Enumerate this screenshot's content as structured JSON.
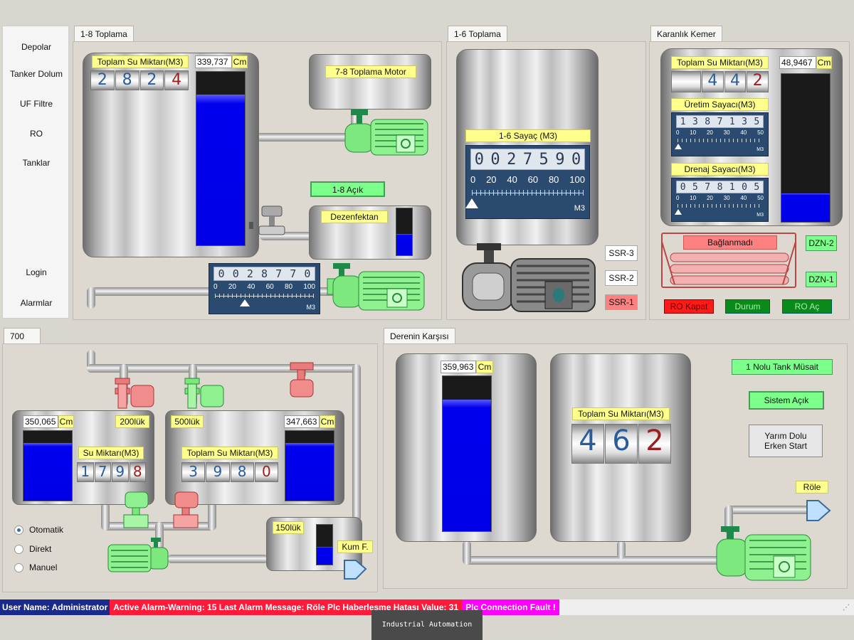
{
  "sidebar": {
    "items": [
      "Depolar",
      "Tanker Dolum",
      "UF Filtre",
      "RO",
      "Tanklar"
    ],
    "bottom_items": [
      "Login",
      "Alarmlar"
    ]
  },
  "panel_18": {
    "tab": "1-8 Toplama",
    "total_label": "Toplam Su Miktarı(M3)",
    "total_digits": [
      "2",
      "8",
      "2",
      "4"
    ],
    "level_value": "339,737",
    "unit": "Cm",
    "level_fraction": 0.87,
    "motor_label": "7-8 Toplama Motor",
    "status_button": "1-8 Açık",
    "disinfectant_label": "Dezenfektan",
    "disinfectant_fraction": 0.45,
    "meter_digits": [
      "0",
      "0",
      "2",
      "8",
      "7",
      "7",
      "0"
    ],
    "meter_scale": [
      "0",
      "20",
      "40",
      "60",
      "80",
      "100"
    ],
    "meter_unit": "M3",
    "meter_pointer": 0.3
  },
  "panel_16": {
    "tab": "1-6 Toplama",
    "meter_label": "1-6 Sayaç (M3)",
    "meter_digits": [
      "0",
      "0",
      "2",
      "7",
      "5",
      "9",
      "0"
    ],
    "meter_scale": [
      "0",
      "20",
      "40",
      "60",
      "80",
      "100"
    ],
    "meter_unit": "M3",
    "meter_pointer": 0.0,
    "ssr": [
      "SSR-3",
      "SSR-2",
      "SSR-1"
    ]
  },
  "panel_karanlik": {
    "tab": "Karanlık Kemer",
    "total_label": "Toplam Su Miktarı(M3)",
    "total_digits": [
      "4",
      "4",
      "2"
    ],
    "level_value": "48,9467",
    "unit": "Cm",
    "level_fraction": 0.19,
    "production_label": "Üretim Sayacı(M3)",
    "production_digits": [
      "1",
      "3",
      "8",
      "7",
      "1",
      "3",
      "5"
    ],
    "drain_label": "Drenaj Sayacı(M3)",
    "drain_digits": [
      "0",
      "5",
      "7",
      "8",
      "1",
      "0",
      "5"
    ],
    "mini_scale": [
      "0",
      "10",
      "20",
      "30",
      "40",
      "50"
    ],
    "mini_unit": "M3",
    "connection_status": "Bağlanmadı",
    "dzn": [
      "DZN-2",
      "DZN-1"
    ],
    "buttons": [
      "RO Kapat",
      "Durum",
      "RO Aç"
    ]
  },
  "panel_700": {
    "tab": "700",
    "tank1_level": "350,065",
    "tank1_fraction": 0.83,
    "tank1_capacity": "200lük",
    "tank1_label": "Su Miktarı(M3)",
    "tank1_digits": [
      "1",
      "7",
      "9",
      "8"
    ],
    "tank2_capacity": "500lük",
    "tank2_label": "Toplam Su Miktarı(M3)",
    "tank2_digits": [
      "3",
      "9",
      "8",
      "0"
    ],
    "tank2_level": "347,663",
    "tank2_fraction": 0.83,
    "unit": "Cm",
    "small_tank_label": "150lük",
    "small_tank_fraction": 0.45,
    "sand_filter": "Kum F.",
    "modes": [
      "Otomatik",
      "Direkt",
      "Manuel"
    ],
    "selected_mode": "Otomatik"
  },
  "panel_derenin": {
    "tab": "Derenin Karşısı",
    "level_value": "359,963",
    "unit": "Cm",
    "level_fraction": 0.85,
    "total_label": "Toplam Su Miktarı(M3)",
    "total_digits": [
      "4",
      "6",
      "2"
    ],
    "tank_status": "1 Nolu Tank Müsait",
    "system_button": "Sistem Açık",
    "early_start_line1": "Yarım Dolu",
    "early_start_line2": "Erken Start",
    "relay": "Röle"
  },
  "status": {
    "user": "User Name: Administrator",
    "alarm": "Active Alarm-Warning: 15  Last Alarm Message: Röle Plc Haberleşme Hatası Value: 31",
    "fault": "Plc Connection Fault !"
  },
  "footer": "Industrial Automation",
  "colors": {
    "tab_bg": "#f6f6f4",
    "label_yellow": "#ffff8c",
    "status_green": "#7dff8c",
    "alarm_red": "#ff1a3a",
    "fault_magenta": "#ff00ff",
    "water_blue": "#0000ee",
    "user_navy": "#1a2a8a"
  }
}
